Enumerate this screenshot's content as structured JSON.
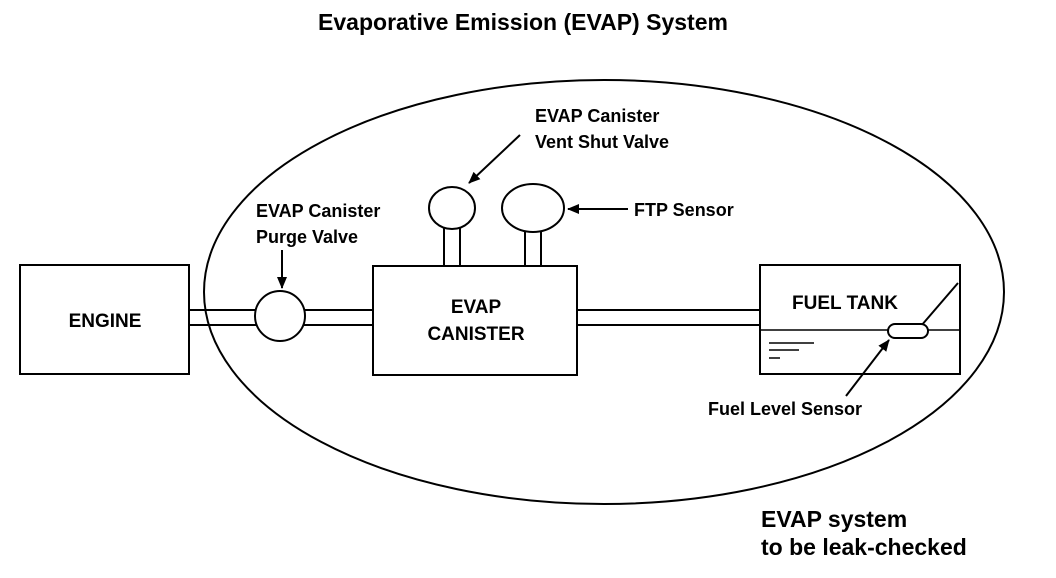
{
  "title": "Evaporative Emission (EVAP) System",
  "components": {
    "engine": "ENGINE",
    "canister_line1": "EVAP",
    "canister_line2": "CANISTER",
    "fuel_tank": "FUEL TANK"
  },
  "callouts": {
    "vent_valve_line1": "EVAP Canister",
    "vent_valve_line2": "Vent Shut Valve",
    "purge_valve_line1": "EVAP Canister",
    "purge_valve_line2": "Purge Valve",
    "ftp_sensor": "FTP Sensor",
    "fuel_level_sensor": "Fuel Level Sensor"
  },
  "boundary_note": {
    "line1": "EVAP system",
    "line2": "to be leak-checked"
  },
  "colors": {
    "ink": "#000000",
    "background": "#ffffff"
  }
}
